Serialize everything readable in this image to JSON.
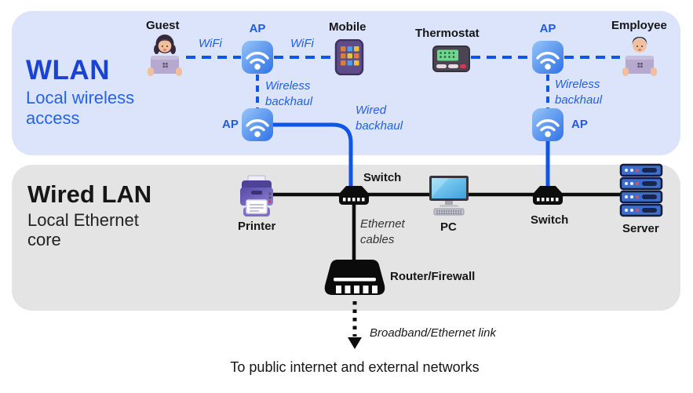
{
  "colors": {
    "accent_blue": "#1155e8",
    "wlan_panel_bg": "#dbe4fb",
    "wired_panel_bg": "#e4e4e5",
    "wlan_title_color": "#1a43d4",
    "wlan_subtitle_color": "#2563e8",
    "link_label_blue": "#2160e4",
    "text_dark": "#161616",
    "wire_black": "#0d0d0d"
  },
  "wlan": {
    "title": "WLAN",
    "subtitle": "Local wireless access",
    "nodes": {
      "guest": "Guest",
      "ap_tl": "AP",
      "mobile": "Mobile",
      "ap_bl": "AP",
      "thermostat": "Thermostat",
      "ap_tr": "AP",
      "employee": "Employee",
      "ap_br": "AP"
    },
    "links": {
      "wifi1": "WiFi",
      "wifi2": "WiFi",
      "wireless_backhaul_left": "Wireless backhaul",
      "wireless_backhaul_right": "Wireless backhaul",
      "wired_backhaul": "Wired backhaul"
    }
  },
  "wired": {
    "title": "Wired LAN",
    "subtitle": "Local Ethernet core",
    "nodes": {
      "printer": "Printer",
      "switch1": "Switch",
      "pc": "PC",
      "switch2": "Switch",
      "server": "Server",
      "router": "Router/Firewall"
    },
    "links": {
      "ethernet_cables": "Ethernet cables",
      "broadband": "Broadband/Ethernet link"
    }
  },
  "footer": {
    "caption": "To public internet and external networks"
  }
}
